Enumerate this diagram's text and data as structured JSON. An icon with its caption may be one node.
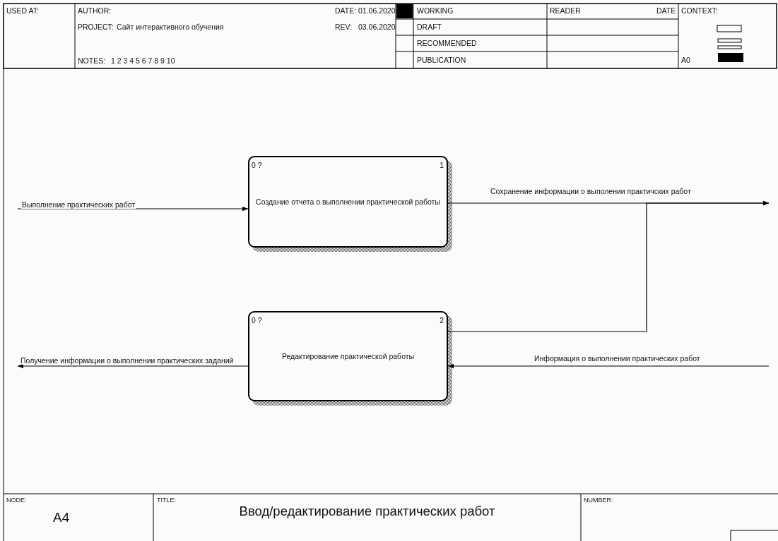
{
  "diagram": {
    "title": "Ввод/редактирование практических работ",
    "nodes": [
      {
        "text": [
          "0 ?",
          "1",
          "Создание отчета о выполнении практической работы"
        ]
      },
      {
        "text": [
          "0 ?",
          "2",
          "Редактирование практической работы"
        ]
      }
    ],
    "edges": [
      {
        "from": null,
        "to": 0,
        "arrow": "to",
        "label": "Выполнение практических работ"
      },
      {
        "from": 0,
        "to": null,
        "arrow": "to",
        "label": "Сохранение информации о выполении практичских работ"
      },
      {
        "from": 1,
        "to": null,
        "arrow": "to"
      },
      {
        "from": null,
        "to": 1,
        "arrow": "to",
        "label": "Информация о выполнении практических работ"
      },
      {
        "from": 1,
        "to": null,
        "arrow": "to",
        "label": "Получение информации о выполнении практических заданий"
      }
    ],
    "labels": [
      "USED AT:",
      "AUTHOR:",
      "DATE:",
      "01.06.2020",
      "PROJECT:",
      "Сайт интерактивного обучения",
      "REV:",
      "03.06.2020",
      "NOTES:",
      "1 2 3 4 5 6 7 8 9 10",
      "WORKING",
      "READER",
      "DATE",
      "CONTEXT:",
      "DRAFT",
      "RECOMMENDED",
      "PUBLICATION",
      "A0",
      "NODE:",
      "A4",
      "TITLE:",
      "NUMBER:"
    ]
  }
}
